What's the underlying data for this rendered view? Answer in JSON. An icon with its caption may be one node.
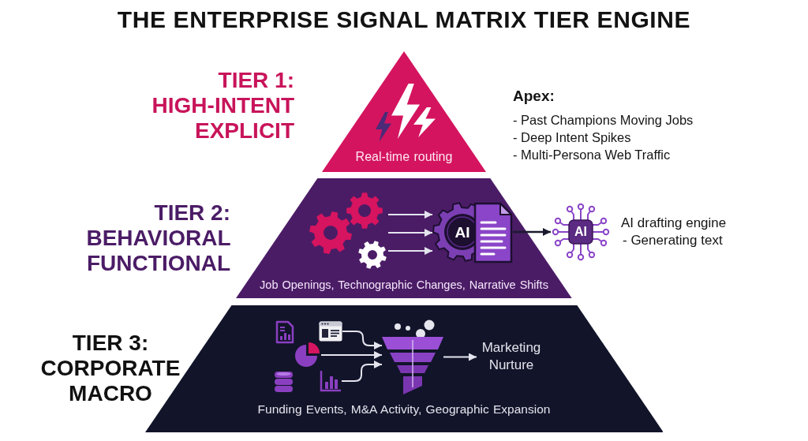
{
  "diagram": {
    "title": "THE ENTERPRISE SIGNAL MATRIX TIER ENGINE",
    "nodes": [
      {
        "text": [
          "Real-time routing"
        ],
        "beside": [
          "TIER 1: HIGH-INTENT EXPLICIT",
          "Apex:",
          "- Past Champions Moving Jobs",
          "- Deep Intent Spikes",
          "- Multi-Persona Web Traffic"
        ]
      },
      {
        "text": [
          "Job Openings, Technographic Changes, Narrative Shifts"
        ],
        "beside": [
          "TIER 2: BEHAVIORAL FUNCTIONAL"
        ]
      },
      {
        "text": [],
        "shape": "picture",
        "in": 1
      },
      {
        "text": [
          "AI"
        ],
        "in": 1
      },
      {
        "text": [
          "AI"
        ],
        "beside": [
          "AI drafting engine",
          "- Generating text"
        ]
      },
      {
        "text": [
          "Funding Events, M&A Activity, Geographic Expansion"
        ],
        "beside": [
          "TIER 3: CORPORATE MACRO"
        ]
      },
      {
        "text": [],
        "shape": "picture",
        "in": 5
      },
      {
        "text": [],
        "shape": "picture",
        "in": 5
      },
      {
        "text": [],
        "shape": "picture",
        "in": 5
      },
      {
        "text": [],
        "shape": "picture",
        "in": 5
      },
      {
        "text": [
          "Marketing Nurture"
        ],
        "in": 5
      }
    ],
    "edges": [
      {
        "from": 2,
        "to": 3,
        "arrow": "to"
      },
      {
        "from": 2,
        "to": 3,
        "arrow": "to"
      },
      {
        "from": 2,
        "to": 3,
        "arrow": "to"
      },
      {
        "from": 3,
        "to": 4,
        "arrow": "to",
        "color": "#1a1a2e"
      },
      {
        "from": 6,
        "to": 9,
        "arrow": "to"
      },
      {
        "from": 7,
        "to": 9,
        "arrow": "to"
      },
      {
        "from": 8,
        "to": 9,
        "arrow": "to"
      },
      {
        "from": 9,
        "to": 10,
        "arrow": "to"
      }
    ]
  }
}
